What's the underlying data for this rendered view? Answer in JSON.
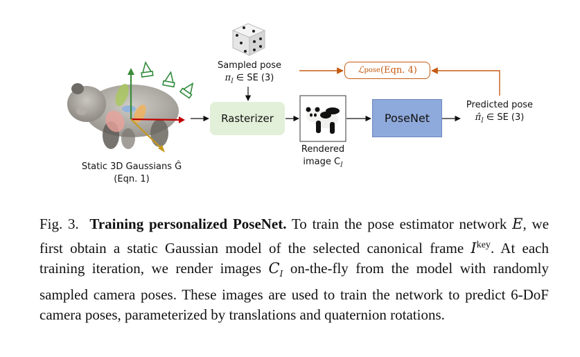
{
  "figure": {
    "gaussians_label_line1": "Static 3D Gaussians Ĝ",
    "gaussians_label_line2": "(Eqn. 1)",
    "sampled_pose_line1": "Sampled pose",
    "sampled_pose_line2": "π",
    "sampled_pose_sub": "I",
    "sampled_pose_rest": " ∈ SE (3)",
    "rasterizer": "Rasterizer",
    "rendered_line1": "Rendered",
    "rendered_line2": "image C",
    "rendered_sub": "I",
    "posenet": "PoseNet",
    "loss_main": "ℒ",
    "loss_sub": "pose",
    "loss_rest": " (Eqn. 4)",
    "predicted_line1": "Predicted pose",
    "predicted_line2": "π̂",
    "predicted_sub": "I",
    "predicted_rest": " ∈ SE (3)"
  },
  "caption": {
    "fig_label": "Fig. 3.",
    "title": "Training personalized PoseNet.",
    "text_1": "To train the pose estimator network ",
    "E": "E",
    "text_2": ", we first obtain a static Gaussian model of the selected canonical frame ",
    "I": "I",
    "key": "key",
    "text_3": ". At each training iteration, we render images ",
    "C": "C",
    "C_sub": "I",
    "text_4": " on-the-fly from the model with randomly sampled camera poses. These images are used to train the network to predict 6-DoF camera poses, parameterized by translations and quaternion rotations."
  },
  "colors": {
    "accent_orange": "#c55a11",
    "rasterizer_fill": "#e2efd9",
    "posenet_fill": "#8ea9db"
  }
}
